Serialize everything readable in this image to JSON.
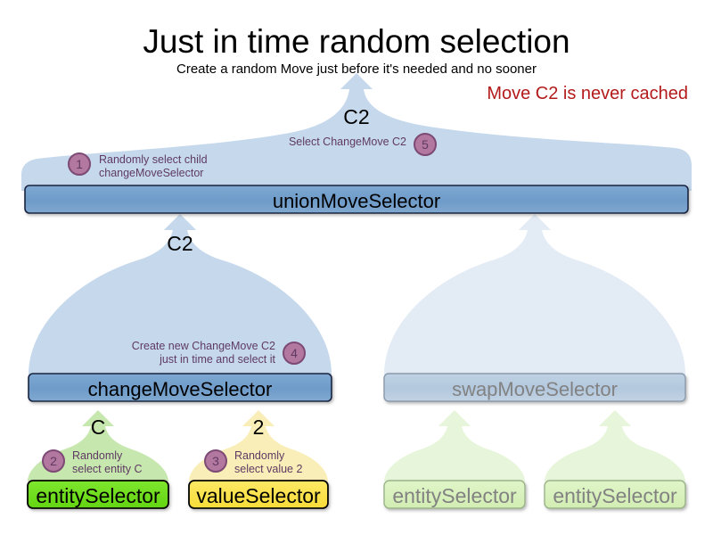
{
  "header": {
    "title": "Just in time random selection",
    "subtitle": "Create a random Move just before it's needed and no sooner",
    "warning": "Move C2 is never cached",
    "warning_color": "#b31b1b"
  },
  "diagram": {
    "type": "tree",
    "nodes": {
      "union": {
        "label": "unionMoveSelector",
        "fill": "#6e9bc9",
        "stroke": "#1b2a4a",
        "state": "active"
      },
      "change": {
        "label": "changeMoveSelector",
        "fill": "#6e9bc9",
        "stroke": "#1b2a4a",
        "state": "active"
      },
      "swap": {
        "label": "swapMoveSelector",
        "fill": "#b3c8de",
        "stroke": "#8a9aab",
        "state": "faded"
      },
      "entity_left": {
        "label": "entitySelector",
        "fill": "#6ede1e",
        "stroke": "#000000",
        "state": "active"
      },
      "value_left": {
        "label": "valueSelector",
        "fill": "#fbe14a",
        "stroke": "#000000",
        "state": "active"
      },
      "entity_swap_1": {
        "label": "entitySelector",
        "fill": "#d8f0bc",
        "stroke": "#9bb38a",
        "state": "faded"
      },
      "entity_swap_2": {
        "label": "entitySelector",
        "fill": "#d8f0bc",
        "stroke": "#9bb38a",
        "state": "faded"
      }
    },
    "blobs": {
      "union": {
        "fill": "#c5d8ec",
        "state": "active"
      },
      "change": {
        "fill": "#c5d8ec",
        "state": "active"
      },
      "swap": {
        "fill": "#e3ebf5",
        "state": "faded"
      },
      "entity_left": {
        "fill": "#c6e7ae",
        "stroke": "#9bb38a",
        "state": "active"
      },
      "value_left": {
        "fill": "#faeeb8",
        "stroke": "#c8b97e",
        "state": "active"
      },
      "entity_swap_1": {
        "fill": "#e7f5da",
        "state": "faded"
      },
      "entity_swap_2": {
        "fill": "#e7f5da",
        "state": "faded"
      }
    },
    "edge_labels": {
      "union_out": "C2",
      "union_to_change": "C2",
      "change_to_entity": "C",
      "change_to_value": "2"
    },
    "annotations": [
      {
        "id": "step1",
        "number": "1",
        "lines": [
          "Randomly select child",
          "changeMoveSelector"
        ],
        "align": "left"
      },
      {
        "id": "step5",
        "number": "5",
        "lines": [
          "Select ChangeMove C2"
        ],
        "align": "right"
      },
      {
        "id": "step4",
        "number": "4",
        "lines": [
          "Create new ChangeMove C2",
          "just in time and select it"
        ],
        "align": "right"
      },
      {
        "id": "step2",
        "number": "2",
        "lines": [
          "Randomly",
          "select entity C"
        ],
        "align": "left"
      },
      {
        "id": "step3",
        "number": "3",
        "lines": [
          "Randomly",
          "select value 2"
        ],
        "align": "left"
      }
    ],
    "badge_color": "#b3789f",
    "badge_border": "#7c4a74",
    "annotation_text_color": "#5f3a63"
  }
}
